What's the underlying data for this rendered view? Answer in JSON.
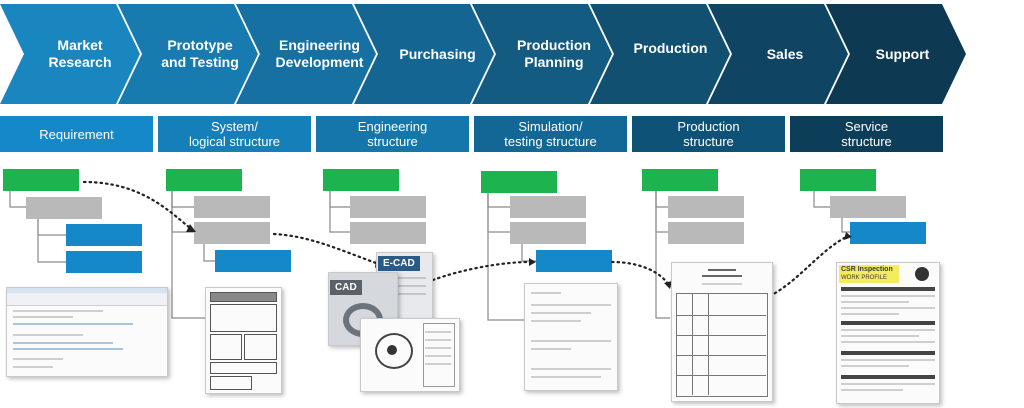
{
  "colors": {
    "chevron_light": "#1a86c0",
    "chevron_dark": "#0d3a52",
    "green": "#1db34f",
    "gray": "#b9b9b9",
    "blue": "#1488c8",
    "connector": "#8a8a8a",
    "dotted": "#222222"
  },
  "stages": [
    {
      "line1": "Market",
      "line2": "Research"
    },
    {
      "line1": "Prototype",
      "line2": "and Testing"
    },
    {
      "line1": "Engineering",
      "line2": "Development"
    },
    {
      "line1": "Purchasing",
      "line2": ""
    },
    {
      "line1": "Production",
      "line2": "Planning"
    },
    {
      "line1": "Production",
      "line2": ""
    },
    {
      "line1": "Sales",
      "line2": ""
    },
    {
      "line1": "Support",
      "line2": ""
    }
  ],
  "structures": [
    {
      "line1": "Requirement",
      "line2": ""
    },
    {
      "line1": "System/",
      "line2": "logical structure"
    },
    {
      "line1": "Engineering",
      "line2": "structure"
    },
    {
      "line1": "Simulation/",
      "line2": "testing structure"
    },
    {
      "line1": "Production",
      "line2": "structure"
    },
    {
      "line1": "Service",
      "line2": "structure"
    }
  ],
  "doc_labels": {
    "ecad": "E-CAD",
    "cad": "CAD",
    "service_header": "CSR Inspection",
    "service_sub": "WORK PROFILE"
  }
}
